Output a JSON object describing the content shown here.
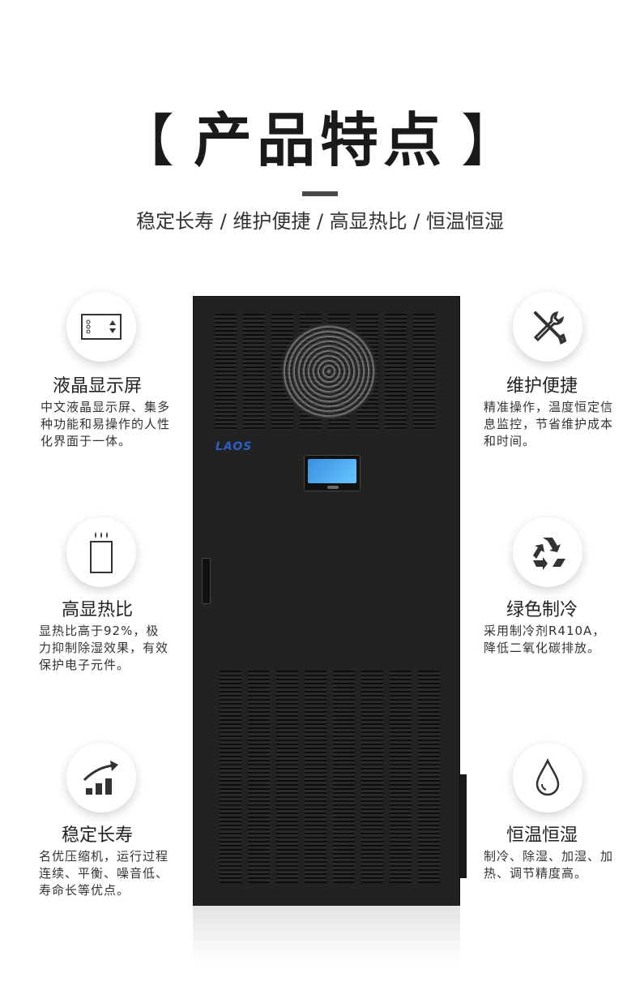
{
  "header": {
    "title": "产品特点",
    "bracket_left": "【",
    "bracket_right": "】",
    "subtitle": "稳定长寿 / 维护便捷 / 高显热比 / 恒温恒湿"
  },
  "machine": {
    "brand": "LAOS"
  },
  "features": {
    "lcd": {
      "icon": "lcd-panel-icon",
      "title": "液晶显示屏",
      "desc": "中文液晶显示屏、集多种功能和易操作的人性化界面于一体。"
    },
    "maintenance": {
      "icon": "tools-icon",
      "title": "维护便捷",
      "desc": "精准操作，温度恒定信息监控，节省维护成本和时间。"
    },
    "sensible": {
      "icon": "heat-ratio-icon",
      "title": "高显热比",
      "desc": "显热比高于92%，极力抑制除湿效果，有效保护电子元件。"
    },
    "green": {
      "icon": "recycle-icon",
      "title": "绿色制冷",
      "desc": "采用制冷剂R410A，降低二氧化碳排放。"
    },
    "longevity": {
      "icon": "growth-chart-icon",
      "title": "稳定长寿",
      "desc": "名优压缩机，运行过程连续、平衡、噪音低、寿命长等优点。"
    },
    "humidity": {
      "icon": "water-drop-icon",
      "title": "恒温恒湿",
      "desc": "制冷、除湿、加湿、加热、调节精度高。"
    }
  },
  "colors": {
    "accent": "#2b5fc7",
    "cabinet": "#222222",
    "text": "#222222"
  }
}
